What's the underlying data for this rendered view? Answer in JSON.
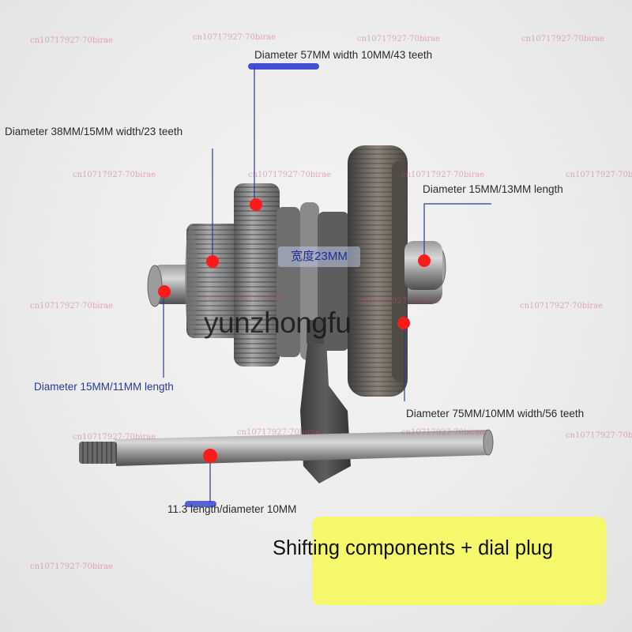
{
  "labels": {
    "gear_57": "Diameter 57MM width 10MM/43 teeth",
    "gear_38": "Diameter 38MM/15MM width/23 teeth",
    "shaft_right": "Diameter 15MM/13MM length",
    "shaft_left": "Diameter 15MM/11MM length",
    "gear_75": "Diameter 75MM/10MM width/56 teeth",
    "rod": "11.3 length/diameter 10MM",
    "width": "宽度23MM"
  },
  "brand_watermark": "yunzhongfu",
  "repeat_watermark": "cn10717927·70birae",
  "banner": "Shifting components + dial plug",
  "colors": {
    "marker": "#ff1a1a",
    "leader_line": "#2a3a9a",
    "banner_bg": "#f4f86a",
    "metal_dark": "#4a4a4a",
    "metal_light": "#a8a8a8"
  }
}
